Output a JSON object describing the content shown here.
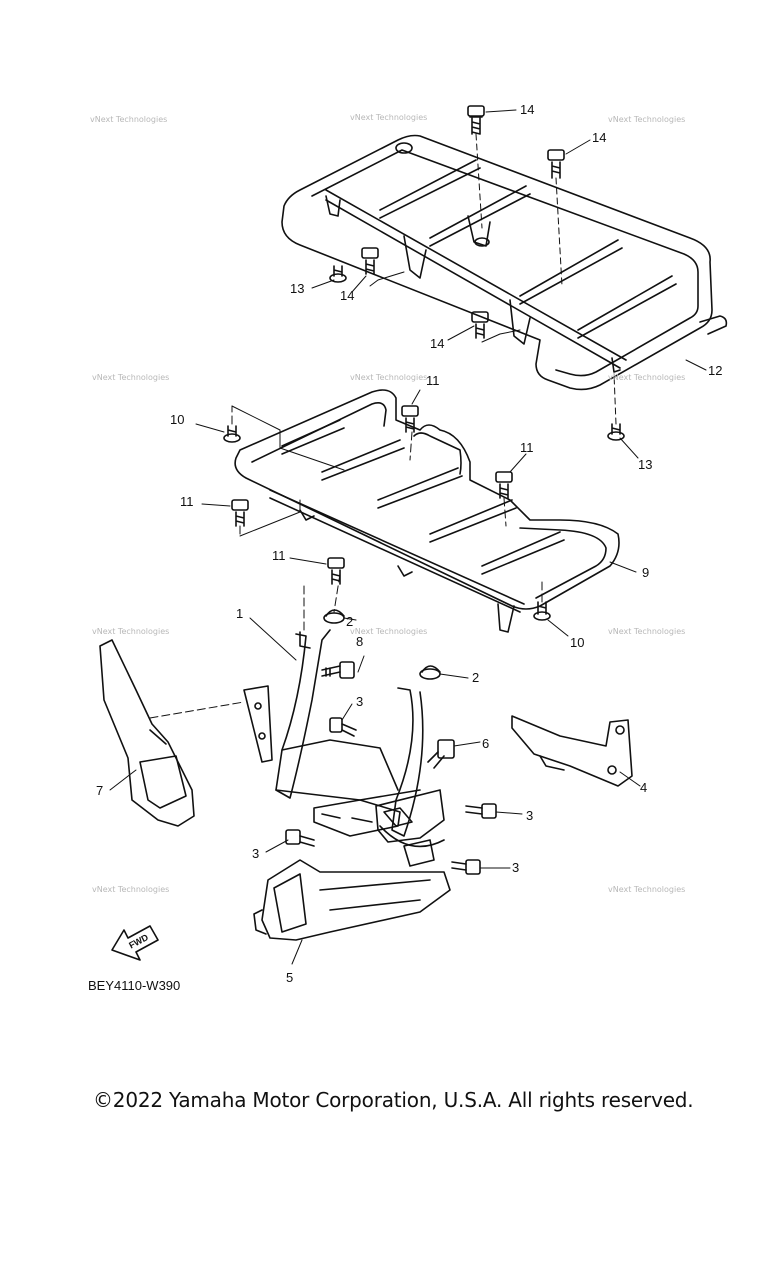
{
  "diagram": {
    "reference_code": "BEY4110-W390",
    "watermark_text": "vNext Technologies",
    "direction_badge": "FWD",
    "callouts": [
      "1",
      "2",
      "2",
      "3",
      "3",
      "3",
      "3",
      "4",
      "5",
      "6",
      "7",
      "8",
      "9",
      "10",
      "10",
      "11",
      "11",
      "11",
      "11",
      "12",
      "13",
      "13",
      "14",
      "14",
      "14",
      "14"
    ]
  },
  "footer": {
    "copyright": "©2022 Yamaha Motor Corporation, U.S.A. All rights reserved."
  },
  "colors": {
    "line": "#111111",
    "watermark": "#b8b8b8",
    "background": "#ffffff"
  }
}
